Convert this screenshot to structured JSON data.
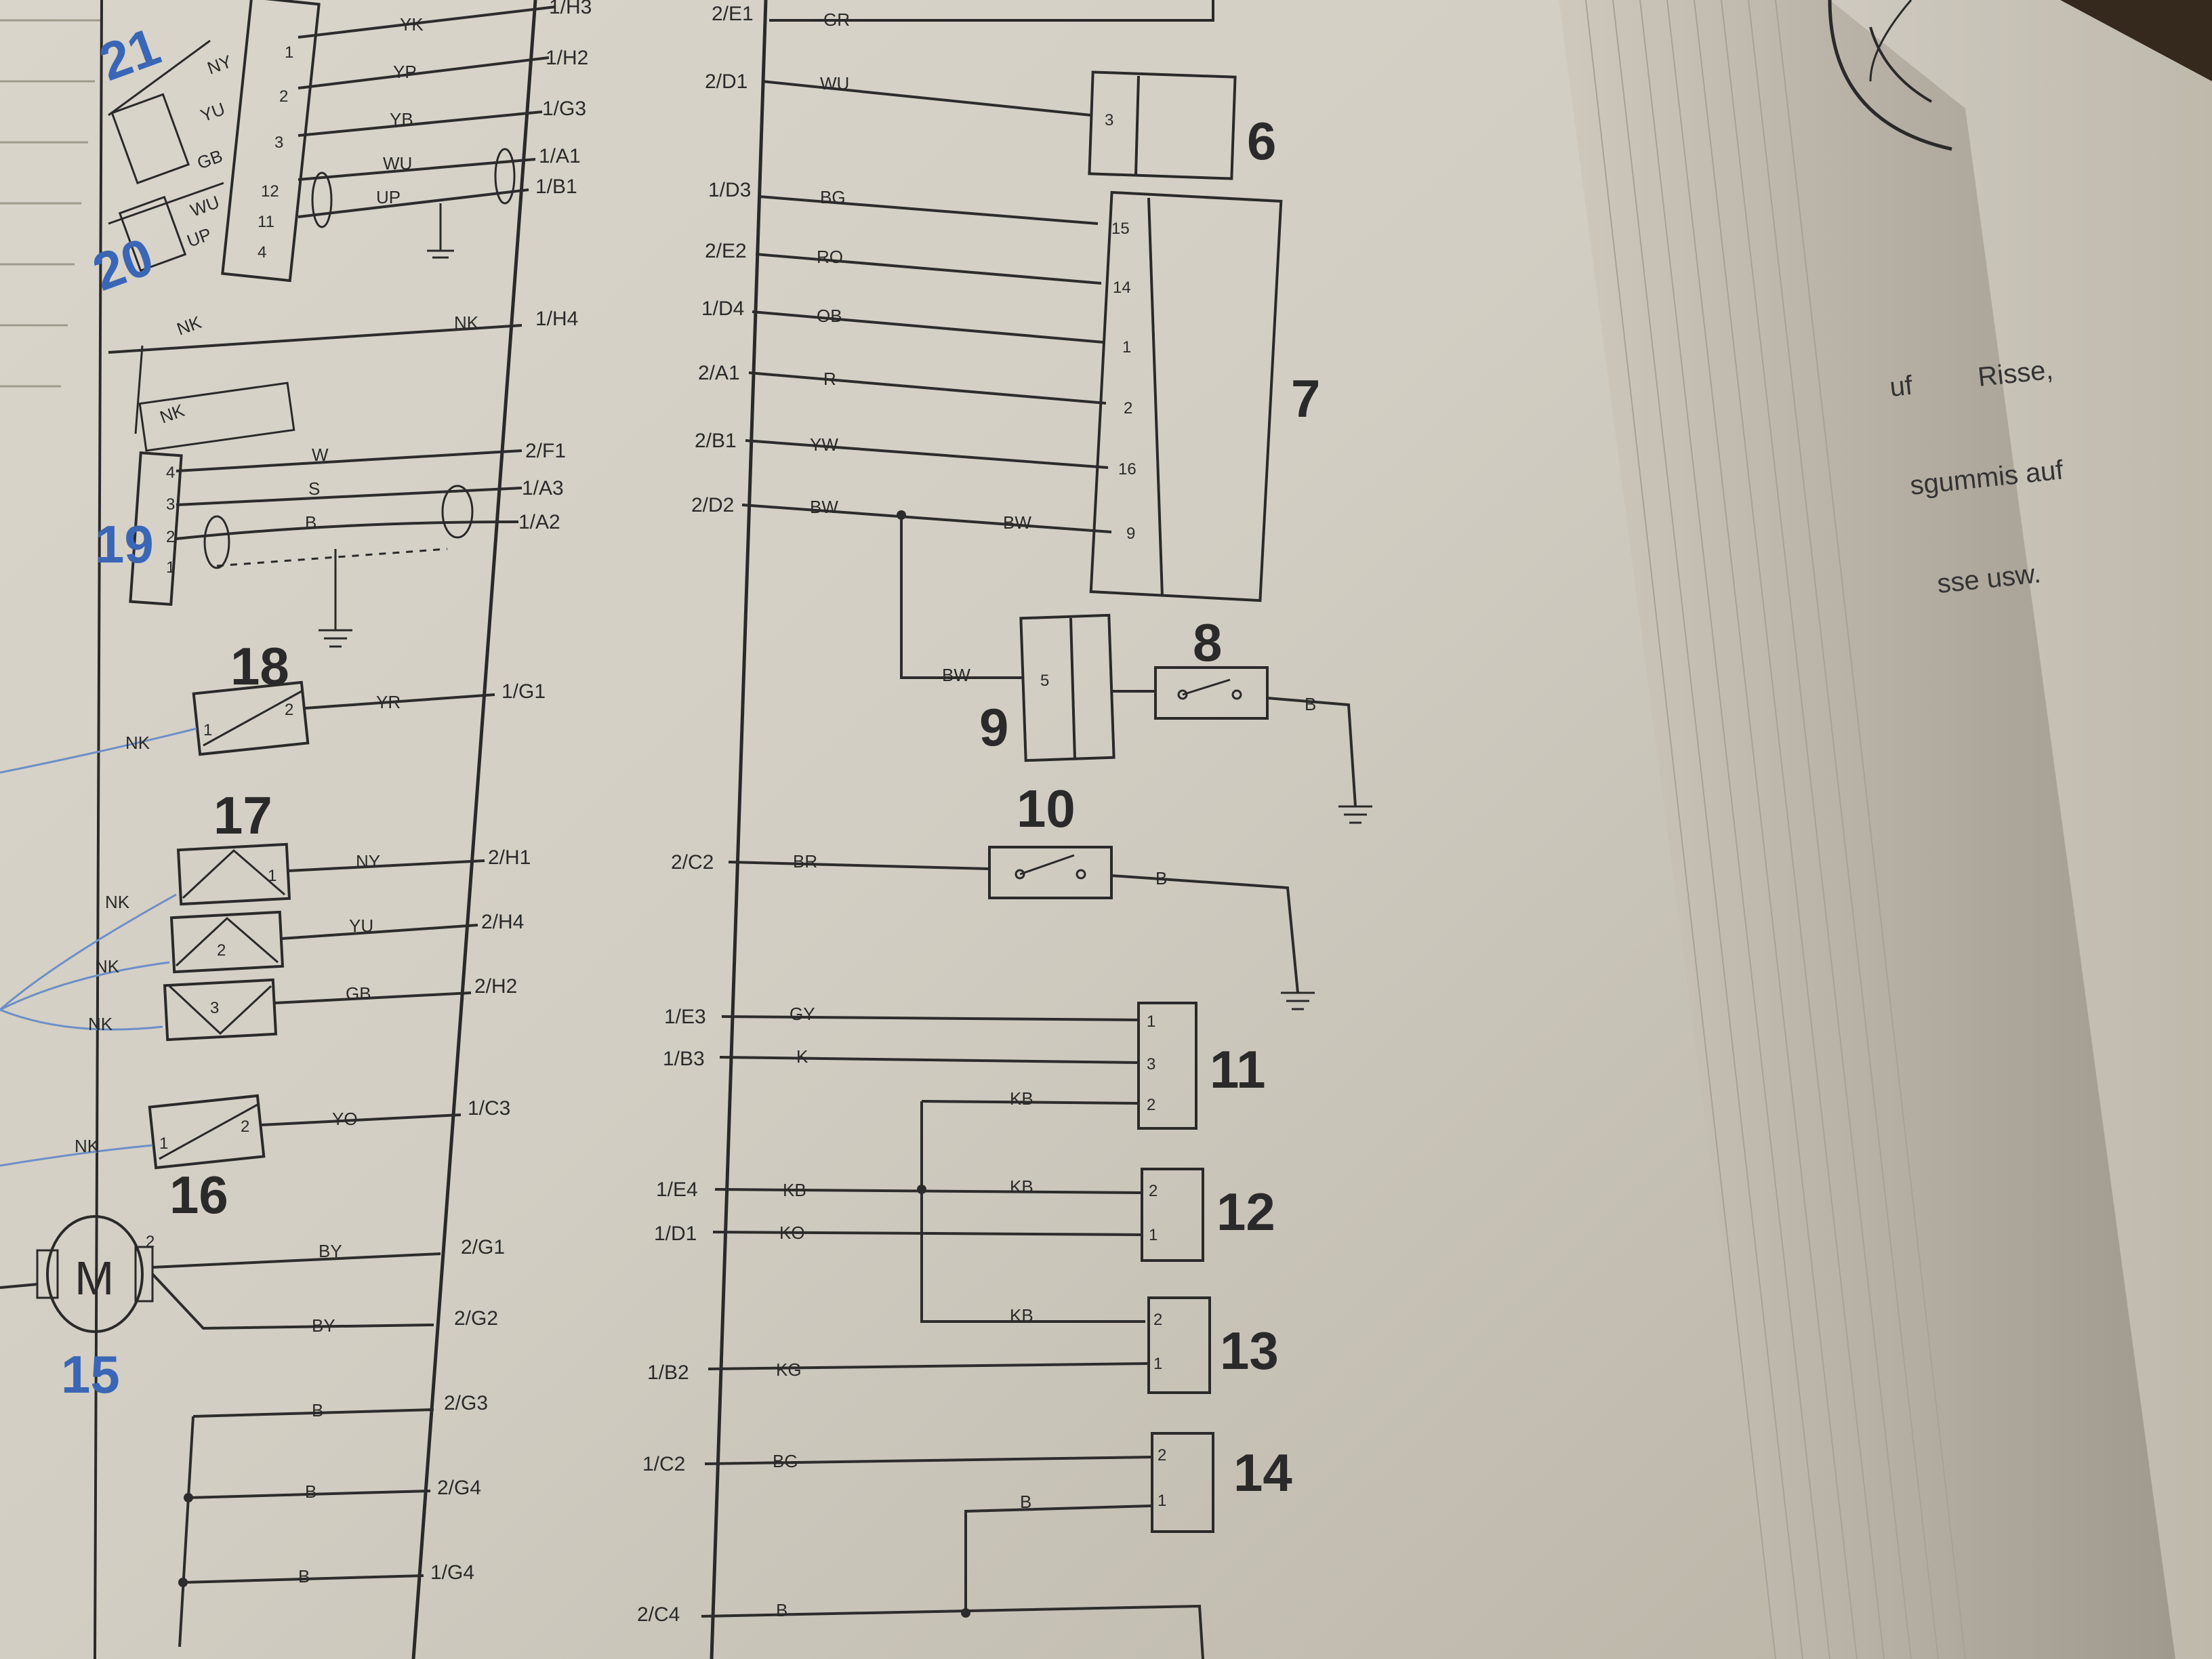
{
  "diagram": {
    "components": {
      "c6": "6",
      "c7": "7",
      "c8": "8",
      "c9": "9",
      "c10": "10",
      "c11": "11",
      "c12": "12",
      "c13": "13",
      "c14": "14",
      "c15": "15",
      "c16": "16",
      "c17": "17",
      "c18": "18",
      "c19": "19",
      "c20": "20",
      "c21": "21",
      "motor": "M"
    },
    "left_top": {
      "refs": [
        "1/H3",
        "1/H2",
        "1/G3",
        "1/A1",
        "1/B1",
        "1/H4"
      ],
      "wires": [
        "YK",
        "YP",
        "YB",
        "WU",
        "UP",
        "NK"
      ],
      "pins": [
        "1",
        "2",
        "3",
        "12",
        "11",
        "4"
      ],
      "side_wires": [
        "NY",
        "YU",
        "GB",
        "WU",
        "UP",
        "NK",
        "NK"
      ]
    },
    "c19_block": {
      "refs": [
        "2/F1",
        "1/A3",
        "1/A2"
      ],
      "wires": [
        "W",
        "S",
        "B"
      ],
      "pins": [
        "4",
        "3",
        "2",
        "1"
      ]
    },
    "c18_block": {
      "wire": "YR",
      "ref": "1/G1",
      "in": "NK",
      "pin1": "1",
      "pin2": "2"
    },
    "c17_block": {
      "wires": [
        "NY",
        "YU",
        "GB"
      ],
      "refs": [
        "2/H1",
        "2/H4",
        "2/H2"
      ],
      "in": [
        "NK",
        "NK",
        "NK"
      ],
      "pins": [
        "1",
        "2",
        "3"
      ]
    },
    "c16_block": {
      "wire": "YO",
      "ref": "1/C3",
      "in": "NK",
      "pin1": "1",
      "pin2": "2"
    },
    "c15_block": {
      "wires": [
        "BY",
        "BY"
      ],
      "refs": [
        "2/G1",
        "2/G2"
      ],
      "pin": "2"
    },
    "ground_block": {
      "wires": [
        "B",
        "B",
        "B"
      ],
      "refs": [
        "2/G3",
        "2/G4",
        "1/G4"
      ]
    },
    "mid_top": {
      "ref": "2/E1",
      "wire": "GR"
    },
    "c6_block": {
      "ref": "2/D1",
      "wire": "WU",
      "pin": "3"
    },
    "c7_block": {
      "refs": [
        "1/D3",
        "2/E2",
        "1/D4",
        "2/A1",
        "2/B1",
        "2/D2"
      ],
      "wires": [
        "BG",
        "RO",
        "OB",
        "R",
        "YW",
        "BW"
      ],
      "pins": [
        "15",
        "14",
        "1",
        "2",
        "16",
        "9"
      ],
      "branch_wire": "BW"
    },
    "c9_block": {
      "wire": "BW",
      "pin": "5"
    },
    "c8_block": {
      "wire": "B"
    },
    "c10_block": {
      "ref": "2/C2",
      "wire": "BR",
      "out": "B"
    },
    "c11_block": {
      "refs": [
        "1/E3",
        "1/B3"
      ],
      "wires": [
        "GY",
        "K",
        "KB"
      ],
      "pins": [
        "1",
        "3",
        "2"
      ]
    },
    "c12_block": {
      "refs": [
        "1/E4",
        "1/D1"
      ],
      "wires": [
        "KB",
        "KO",
        "KB"
      ],
      "pins": [
        "2",
        "1"
      ]
    },
    "c13_block": {
      "ref": "1/B2",
      "wires": [
        "KB",
        "KG"
      ],
      "pins": [
        "2",
        "1"
      ]
    },
    "c14_block": {
      "refs": [
        "1/C2",
        "2/C4"
      ],
      "wires": [
        "BG",
        "B",
        "B"
      ],
      "pins": [
        "2",
        "1"
      ]
    },
    "right_page_text": [
      "uf",
      "Risse,",
      "sgummis auf",
      "sse usw."
    ]
  }
}
